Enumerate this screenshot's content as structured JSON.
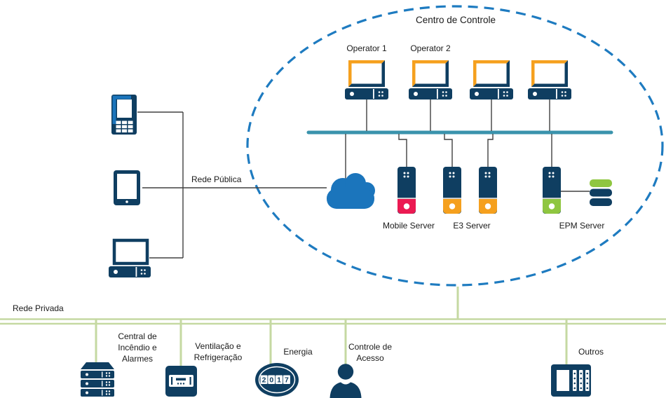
{
  "title": "Centro de Controle",
  "labels": {
    "operator1": "Operator 1",
    "operator2": "Operator 2",
    "mobile_server": "Mobile Server",
    "e3_server": "E3 Server",
    "epm_server": "EPM Server",
    "rede_publica": "Rede Pública",
    "rede_privada": "Rede Privada",
    "central_incendio": "Central de\nIncêndio e\nAlarmes",
    "ventilacao": "Ventilação e\nRefrigeração",
    "energia": "Energia",
    "controle_acesso": "Controle de\nAcesso",
    "outros": "Outros"
  },
  "meter_digits": "2017",
  "icons": {
    "smartphone-icon": "navy phone with keypad, blue frame accent",
    "tablet-icon": "navy tablet with white screen",
    "laptop-icon": "navy laptop with system unit",
    "workstation-icon": "monitor with orange/navy frame over system unit (x4)",
    "cloud-icon": "solid blue cloud",
    "server-tower-icon": "navy tower, colored base: crimson=Mobile, orange=E3 (x2), green=EPM",
    "storage-stack-icon": "3 stacked disks: green, navy, navy",
    "rack-icon": "3-level server rack (Central de Incêndio e Alarmes)",
    "control-panel-icon": "wall panel (Ventilação e Refrigeração)",
    "energy-meter-icon": "round meter with digit wheel (Energia)",
    "person-icon": "person bust (Controle de Acesso)",
    "plc-icon": "PLC module block (Outros)"
  },
  "colors": {
    "navy": "#0F3E61",
    "orange": "#F5A01E",
    "crimson": "#EB1A52",
    "green": "#8FC640",
    "teal_bus": "#3A93AC",
    "cloud_blue": "#1B75BC",
    "ellipse_blue": "#1E7BC0",
    "private_green": "#C5D9A2",
    "connector_dark": "#404040",
    "text": "#1A1A1A"
  }
}
